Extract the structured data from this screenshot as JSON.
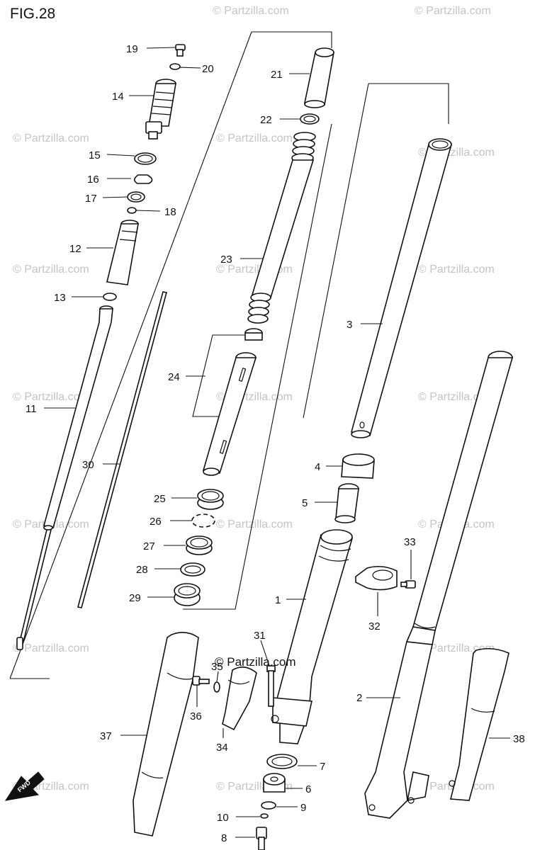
{
  "figure": {
    "title": "FIG.28"
  },
  "brand_mark": "© Partzilla.com",
  "watermark": "© Partzilla.com",
  "fwd_label": "FWD",
  "callouts": [
    {
      "id": "1",
      "label": "1"
    },
    {
      "id": "2",
      "label": "2"
    },
    {
      "id": "3",
      "label": "3"
    },
    {
      "id": "4",
      "label": "4"
    },
    {
      "id": "5",
      "label": "5"
    },
    {
      "id": "6",
      "label": "6"
    },
    {
      "id": "7",
      "label": "7"
    },
    {
      "id": "8",
      "label": "8"
    },
    {
      "id": "9",
      "label": "9"
    },
    {
      "id": "10",
      "label": "10"
    },
    {
      "id": "11",
      "label": "11"
    },
    {
      "id": "12",
      "label": "12"
    },
    {
      "id": "13",
      "label": "13"
    },
    {
      "id": "14",
      "label": "14"
    },
    {
      "id": "15",
      "label": "15"
    },
    {
      "id": "16",
      "label": "16"
    },
    {
      "id": "17",
      "label": "17"
    },
    {
      "id": "18",
      "label": "18"
    },
    {
      "id": "19",
      "label": "19"
    },
    {
      "id": "20",
      "label": "20"
    },
    {
      "id": "21",
      "label": "21"
    },
    {
      "id": "22",
      "label": "22"
    },
    {
      "id": "23",
      "label": "23"
    },
    {
      "id": "24",
      "label": "24"
    },
    {
      "id": "25",
      "label": "25"
    },
    {
      "id": "26",
      "label": "26"
    },
    {
      "id": "27",
      "label": "27"
    },
    {
      "id": "28",
      "label": "28"
    },
    {
      "id": "29",
      "label": "29"
    },
    {
      "id": "30",
      "label": "30"
    },
    {
      "id": "31",
      "label": "31"
    },
    {
      "id": "32",
      "label": "32"
    },
    {
      "id": "33",
      "label": "33"
    },
    {
      "id": "34",
      "label": "34"
    },
    {
      "id": "35",
      "label": "35"
    },
    {
      "id": "36",
      "label": "36"
    },
    {
      "id": "37",
      "label": "37"
    },
    {
      "id": "38",
      "label": "38"
    }
  ]
}
